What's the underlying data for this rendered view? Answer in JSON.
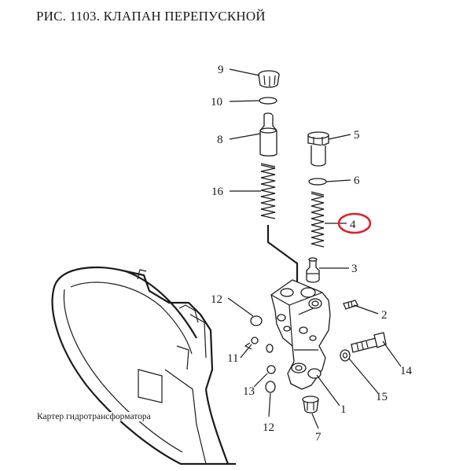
{
  "title": "РИС. 1103. КЛАПАН ПЕРЕПУСКНОЙ",
  "caption": "Картер гидротрансформатора",
  "highlight_color": "#e0202a",
  "callouts": {
    "c1": "1",
    "c2": "2",
    "c3": "3",
    "c4": "4",
    "c5": "5",
    "c6": "6",
    "c7": "7",
    "c8": "8",
    "c9": "9",
    "c10": "10",
    "c11": "11",
    "c12a": "12",
    "c12b": "12",
    "c13": "13",
    "c14": "14",
    "c15": "15",
    "c16": "16"
  }
}
